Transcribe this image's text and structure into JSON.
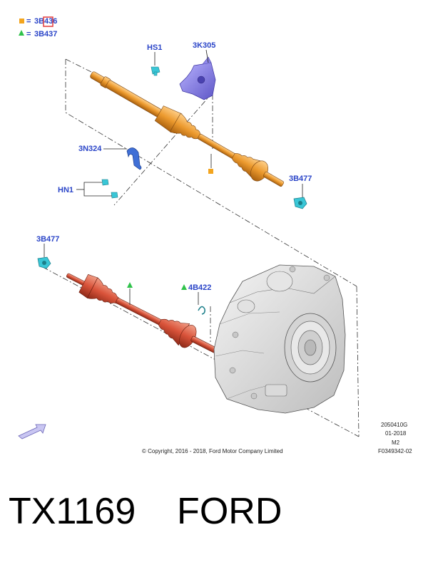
{
  "legend": {
    "square_ref": "3B436",
    "triangle_ref": "3B437",
    "equals": "="
  },
  "callouts": {
    "hs1": "HS1",
    "k3k305": "3K305",
    "n3n324": "3N324",
    "hn1": "HN1",
    "b3b477_top": "3B477",
    "b3b477_bottom": "3B477",
    "b4b422": "4B422"
  },
  "footer": {
    "copyright": "© Copyright, 2016 - 2018, Ford Motor Company Limited",
    "code_line1": "2050410G",
    "code_line2": "01-2018",
    "code_line3": "M2",
    "code_line4": "F0349342-02"
  },
  "title": {
    "text": "TX1169    FORD"
  },
  "colors": {
    "label_blue": "#2b45c8",
    "shaft_orange": "#e8952a",
    "shaft_red": "#d9533a",
    "bracket_purple": "#7c74e0",
    "clip_blue": "#3f6fd6",
    "fastener_cyan": "#39c6d6",
    "legend_orange": "#f3a51f",
    "legend_green": "#2fc24a",
    "highlight_red": "#e33b3b"
  }
}
